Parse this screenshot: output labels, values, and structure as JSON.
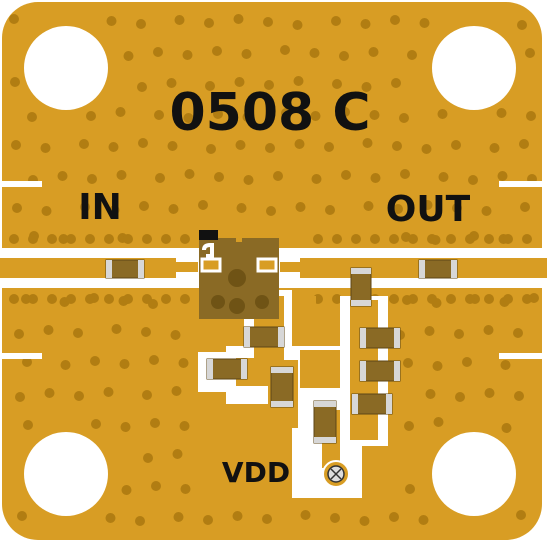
{
  "silkscreen": {
    "part_label": "0508 C",
    "input_label": "IN",
    "output_label": "OUT",
    "supply_label": "VDD"
  },
  "colors": {
    "board": "#d89d24",
    "via": "#b17d12",
    "trace": "#ffffff",
    "component_body": "#8a6a25",
    "component_end": "#d7d7d7",
    "silkscreen": "#111111"
  },
  "icons": {
    "mounting_hole": "circle-hole-icon",
    "pin1_marker": "pin1-marker-icon",
    "test_pad": "test-pad-icon"
  }
}
